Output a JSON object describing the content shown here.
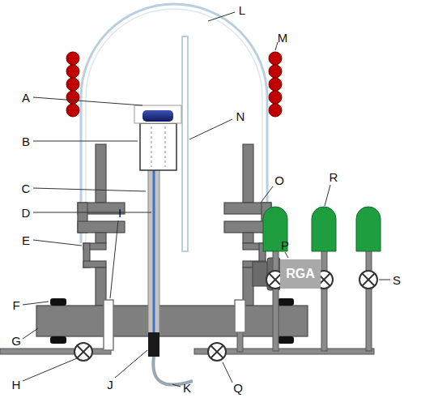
{
  "diagram": {
    "nodes": [
      {
        "text": [
          "RGA"
        ]
      }
    ],
    "labels": [
      "A",
      "B",
      "C",
      "D",
      "E",
      "F",
      "G",
      "H",
      "I",
      "J",
      "K",
      "L",
      "M",
      "N",
      "O",
      "P",
      "Q",
      "R",
      "S"
    ]
  }
}
